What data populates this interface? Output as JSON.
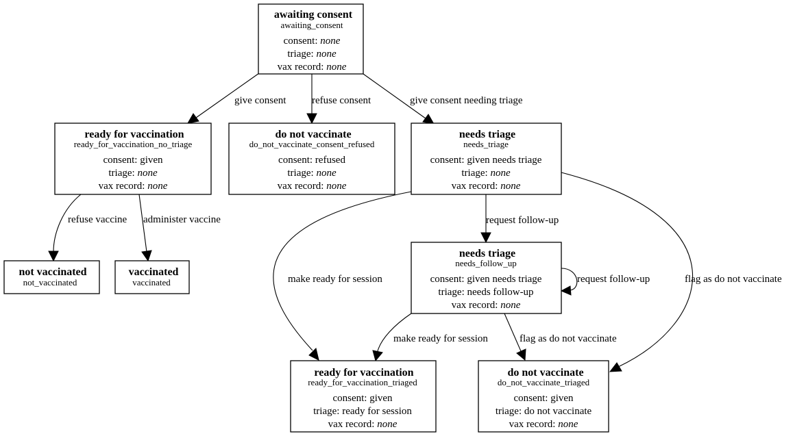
{
  "nodes": {
    "awaiting_consent": {
      "title": "awaiting consent",
      "id": "awaiting_consent",
      "consent_key": "consent: ",
      "consent": "none",
      "triage_key": "triage: ",
      "triage": "none",
      "vax_key": "vax record: ",
      "vax": "none"
    },
    "ready_no_triage": {
      "title": "ready for vaccination",
      "id": "ready_for_vaccination_no_triage",
      "consent_key": "consent: ",
      "consent": "given",
      "triage_key": "triage: ",
      "triage": "none",
      "vax_key": "vax record: ",
      "vax": "none"
    },
    "dnv_consent_refused": {
      "title": "do not vaccinate",
      "id": "do_not_vaccinate_consent_refused",
      "consent_key": "consent: ",
      "consent": "refused",
      "triage_key": "triage: ",
      "triage": "none",
      "vax_key": "vax record: ",
      "vax": "none"
    },
    "needs_triage": {
      "title": "needs triage",
      "id": "needs_triage",
      "consent_key": "consent: ",
      "consent": "given needs triage",
      "triage_key": "triage: ",
      "triage": "none",
      "vax_key": "vax record: ",
      "vax": "none"
    },
    "not_vaccinated": {
      "title": "not vaccinated",
      "id": "not_vaccinated"
    },
    "vaccinated": {
      "title": "vaccinated",
      "id": "vaccinated"
    },
    "needs_follow_up": {
      "title": "needs triage",
      "id": "needs_follow_up",
      "consent_key": "consent: ",
      "consent": "given needs triage",
      "triage_key": "triage: ",
      "triage": "needs follow-up",
      "vax_key": "vax record: ",
      "vax": "none"
    },
    "ready_triaged": {
      "title": "ready for vaccination",
      "id": "ready_for_vaccination_triaged",
      "consent_key": "consent: ",
      "consent": "given",
      "triage_key": "triage: ",
      "triage": "ready for session",
      "vax_key": "vax record: ",
      "vax": "none"
    },
    "dnv_triaged": {
      "title": "do not vaccinate",
      "id": "do_not_vaccinate_triaged",
      "consent_key": "consent: ",
      "consent": "given",
      "triage_key": "triage: ",
      "triage": "do not vaccinate",
      "vax_key": "vax record: ",
      "vax": "none"
    }
  },
  "edges": {
    "give_consent": "give consent",
    "refuse_consent": "refuse consent",
    "give_consent_triage": "give consent needing triage",
    "refuse_vaccine": "refuse vaccine",
    "administer_vaccine": "administer vaccine",
    "request_follow_up": "request follow-up",
    "request_follow_up_loop": "request follow-up",
    "make_ready_1": "make ready for session",
    "make_ready_2": "make ready for session",
    "flag_dnv_1": "flag as do not vaccinate",
    "flag_dnv_2": "flag as do not vaccinate"
  }
}
